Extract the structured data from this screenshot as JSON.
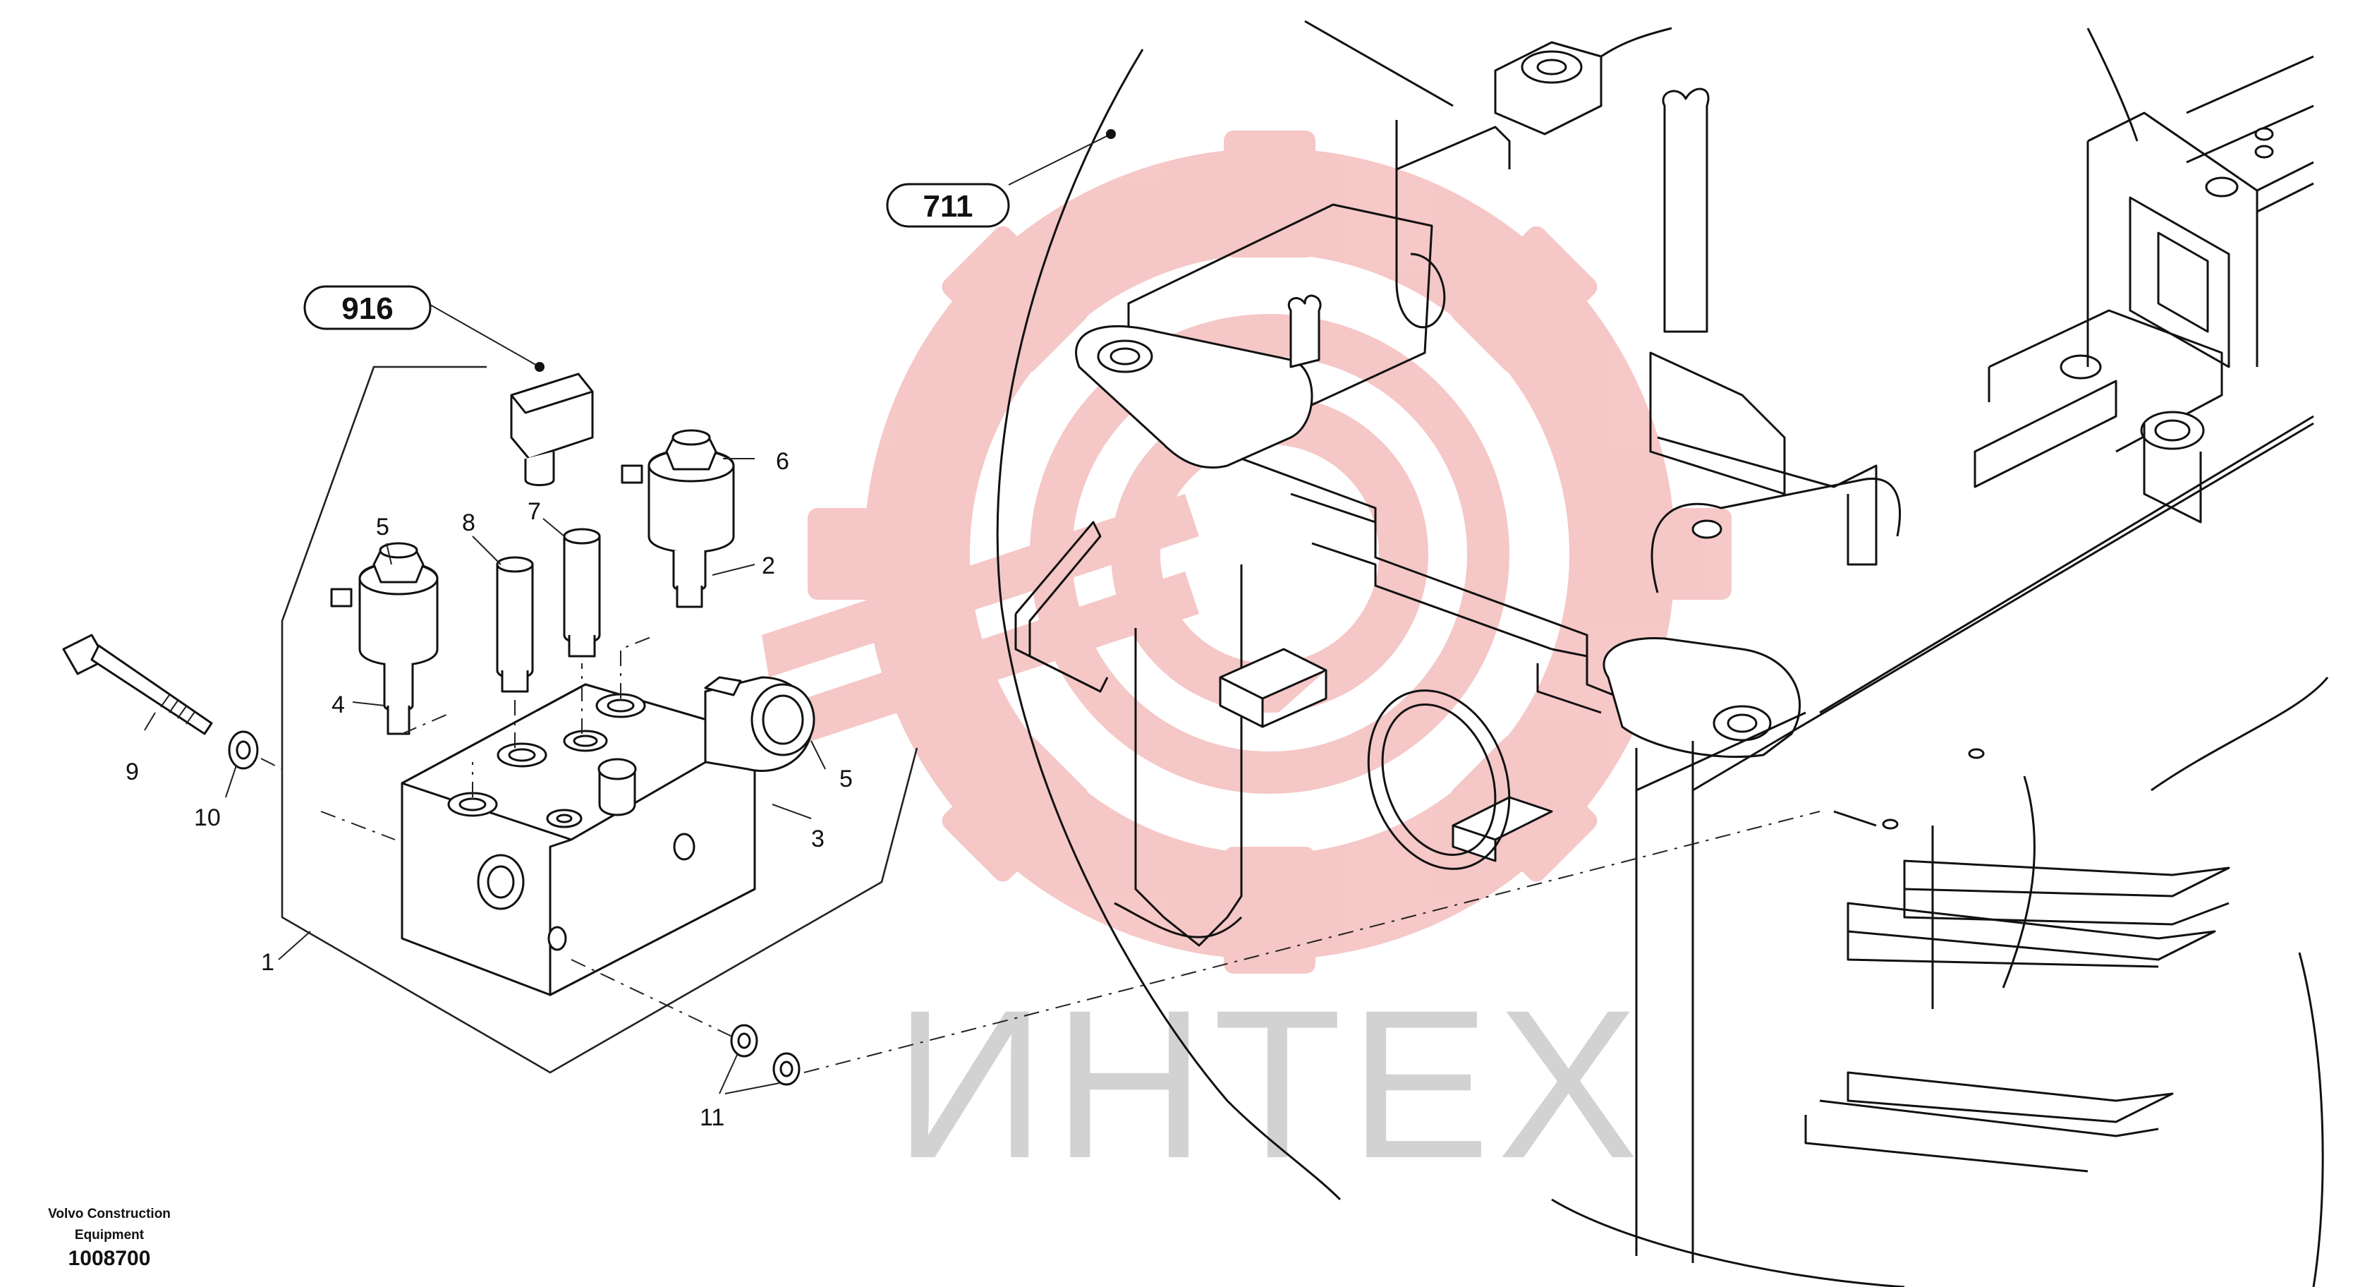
{
  "callouts": {
    "ref_916": "916",
    "ref_711": "711"
  },
  "part_numbers": {
    "p1": "1",
    "p2": "2",
    "p3": "3",
    "p4": "4",
    "p5a": "5",
    "p5b": "5",
    "p6": "6",
    "p7": "7",
    "p8": "8",
    "p9": "9",
    "p10": "10",
    "p11": "11"
  },
  "watermark": {
    "text": "ИНТЕХ",
    "gear_color": "#f2b8b8",
    "text_color": "#c8c8c8"
  },
  "footer": {
    "company_line1": "Volvo Construction",
    "company_line2": "Equipment",
    "drawing_number": "1008700"
  }
}
